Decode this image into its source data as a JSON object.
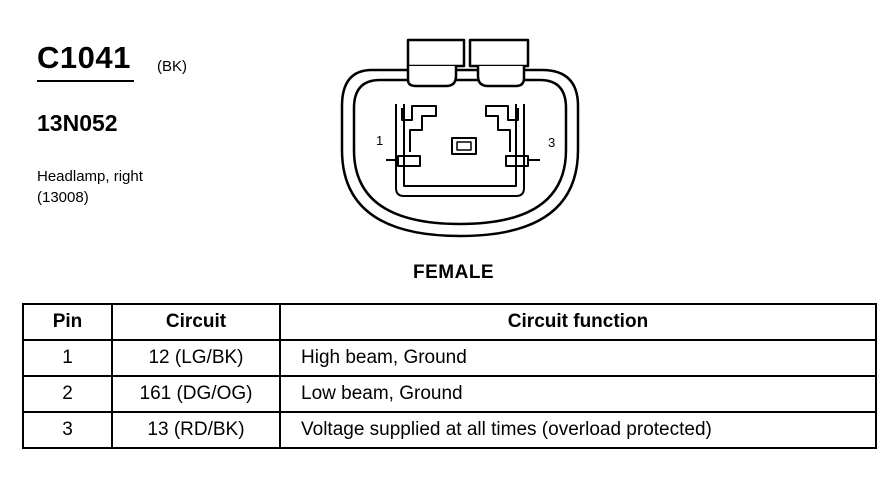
{
  "connector": {
    "id": "C1041",
    "color_code": "(BK)",
    "part_number": "13N052",
    "description_line1": "Headlamp, right",
    "description_line2": "(13008)"
  },
  "diagram": {
    "gender_label": "FEMALE",
    "pin_label_left": "1",
    "pin_label_right": "3"
  },
  "table": {
    "headers": [
      "Pin",
      "Circuit",
      "Circuit function"
    ],
    "rows": [
      {
        "pin": "1",
        "circuit": "12 (LG/BK)",
        "function": "High beam, Ground"
      },
      {
        "pin": "2",
        "circuit": "161 (DG/OG)",
        "function": "Low beam, Ground"
      },
      {
        "pin": "3",
        "circuit": "13 (RD/BK)",
        "function": "Voltage supplied at all times (overload protected)"
      }
    ]
  }
}
